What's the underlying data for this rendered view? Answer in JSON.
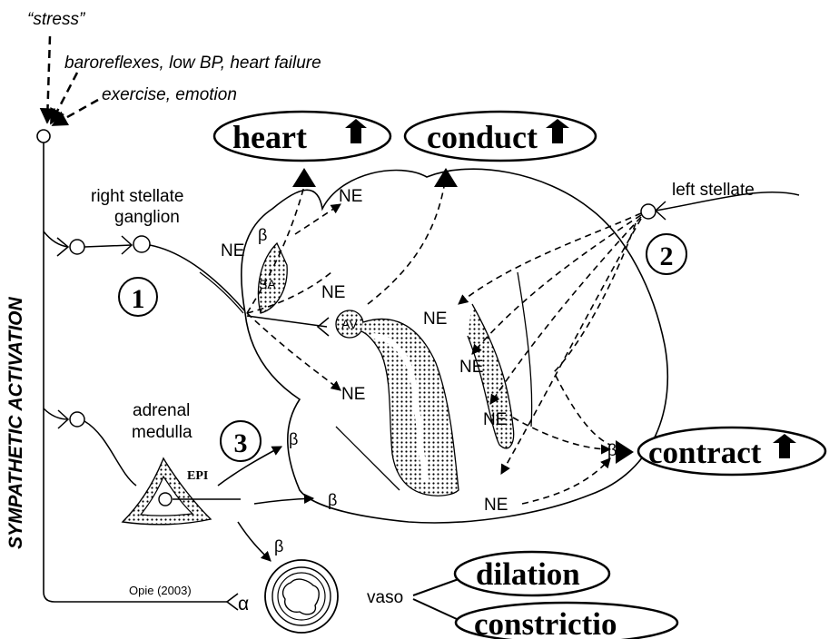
{
  "inputs": {
    "stress": "“stress”",
    "baroreflex": "baroreflexes, low BP, heart failure",
    "exercise": "exercise, emotion"
  },
  "side_label": "SYMPATHETIC ACTIVATION",
  "outcomes": {
    "heart": "heart",
    "conduct": "conduct",
    "contract": "contract",
    "dilation": "dilation",
    "constriction": "constrictio"
  },
  "ganglia": {
    "right_line1": "right stellate",
    "right_line2": "ganglion",
    "left": "left stellate"
  },
  "pathways": {
    "one": "1",
    "two": "2",
    "three": "3"
  },
  "adrenal": {
    "line1": "adrenal",
    "line2": "medulla",
    "epi": "EPI"
  },
  "node_labels": {
    "sa": "SA",
    "av": "AV"
  },
  "transmitter": "NE",
  "receptors": {
    "beta": "β",
    "alpha": "α"
  },
  "vaso": "vaso",
  "citation": "Opie (2003)"
}
